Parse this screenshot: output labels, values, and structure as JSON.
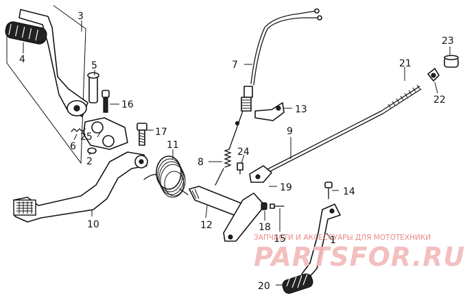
{
  "callouts": {
    "c1": "1",
    "c2": "2",
    "c3": "3",
    "c4": "4",
    "c5": "5",
    "c6": "6",
    "c7": "7",
    "c8": "8",
    "c9": "9",
    "c10": "10",
    "c11": "11",
    "c12": "12",
    "c13": "13",
    "c14": "14",
    "c15": "15",
    "c16": "16",
    "c17": "17",
    "c18": "18",
    "c19": "19",
    "c20": "20",
    "c21": "21",
    "c22": "22",
    "c23": "23",
    "c24": "24",
    "c25": "25"
  },
  "watermark": {
    "subtitle": "ЗАПЧАСТИ И АКСЕССУАРЫ ДЛЯ МОТОТЕХНИКИ",
    "brand": "PARTSFOR.RU"
  }
}
